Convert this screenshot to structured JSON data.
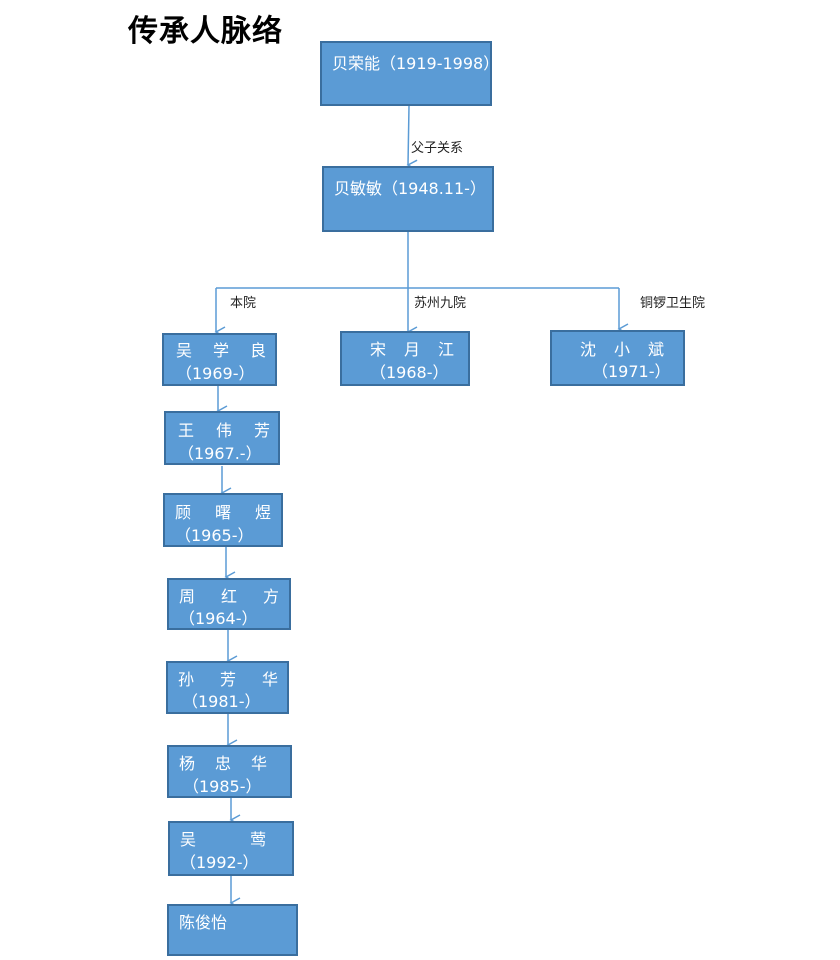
{
  "title": "传承人脉络",
  "colors": {
    "node_fill": "#5b9bd5",
    "node_border": "#3a6e9e",
    "connector": "#5b9bd5",
    "node_text": "#ffffff"
  },
  "nodes": {
    "bei_rongneng": {
      "label": "贝荣能（1919-1998）"
    },
    "bei_minmin": {
      "label": "贝敏敏（1948.11-）"
    },
    "wu_xueliang": {
      "name": [
        "吴",
        "学",
        "良"
      ],
      "years": "（1969-）"
    },
    "song_yuejiang": {
      "name": [
        "宋",
        "月",
        "江"
      ],
      "years": "（1968-）"
    },
    "shen_xiaobin": {
      "name": [
        "沈",
        "小",
        "斌"
      ],
      "years": "（1971-）"
    },
    "wang_weifang": {
      "name": [
        "王",
        "伟",
        "芳"
      ],
      "years": "（1967.-）"
    },
    "gu_shuyu": {
      "name": [
        "顾",
        "曙",
        "煜"
      ],
      "years": "（1965-）"
    },
    "zhou_hongfang": {
      "name": [
        "周",
        "红",
        "方"
      ],
      "years": "（1964-）"
    },
    "sun_fanghua": {
      "name": [
        "孙",
        "芳",
        "华"
      ],
      "years": "（1981-）"
    },
    "yang_zhonghua": {
      "name": [
        "杨",
        "忠",
        "华"
      ],
      "years": "（1985-）"
    },
    "wu_ying": {
      "name": [
        "吴",
        "莺"
      ],
      "years": "（1992-）"
    },
    "chen_junyi": {
      "label": "陈俊怡"
    }
  },
  "edge_labels": {
    "father_son": "父子关系",
    "local_hospital": "本院",
    "suzhou_ninth": "苏州九院",
    "tongluo_health": "铜锣卫生院"
  }
}
